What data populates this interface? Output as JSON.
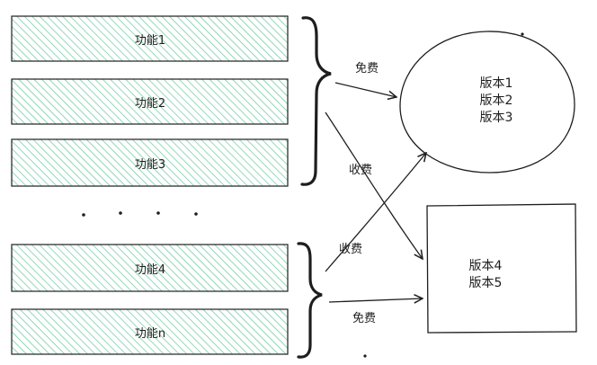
{
  "features": [
    {
      "label": "功能1"
    },
    {
      "label": "功能2"
    },
    {
      "label": "功能3"
    },
    {
      "label": "功能4"
    },
    {
      "label": "功能n"
    }
  ],
  "edges": {
    "free_top": "免费",
    "paid_top": "收费",
    "paid_bottom": "收费",
    "free_bottom": "免费"
  },
  "version_groups": {
    "circle": [
      "版本1",
      "版本2",
      "版本3"
    ],
    "box": [
      "版本4",
      "版本5"
    ]
  },
  "colors": {
    "fill_hatch": "#63c8a0",
    "stroke": "#1e1e1e"
  }
}
